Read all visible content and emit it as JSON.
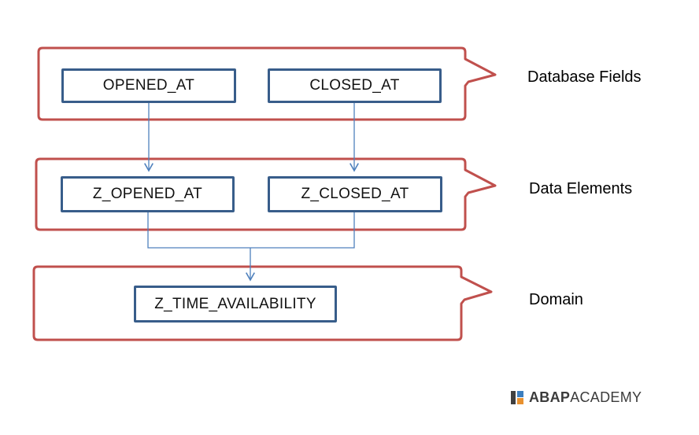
{
  "diagram": {
    "levels": [
      {
        "name": "Database Fields",
        "nodes": [
          "OPENED_AT",
          "CLOSED_AT"
        ]
      },
      {
        "name": "Data Elements",
        "nodes": [
          "Z_OPENED_AT",
          "Z_CLOSED_AT"
        ]
      },
      {
        "name": "Domain",
        "nodes": [
          "Z_TIME_AVAILABILITY"
        ]
      }
    ],
    "connections": [
      "OPENED_AT -> Z_OPENED_AT",
      "CLOSED_AT -> Z_CLOSED_AT",
      "Z_OPENED_AT + Z_CLOSED_AT -> Z_TIME_AVAILABILITY"
    ]
  },
  "logo": {
    "brand_bold": "ABAP",
    "brand_regular": "ACADEMY"
  },
  "colors": {
    "container_border": "#C0504D",
    "node_border": "#385D8A",
    "connector": "#4F81BD",
    "text": "#000000",
    "logo_dark": "#404040",
    "logo_blue": "#3C7EBE",
    "logo_orange": "#E8912F"
  }
}
